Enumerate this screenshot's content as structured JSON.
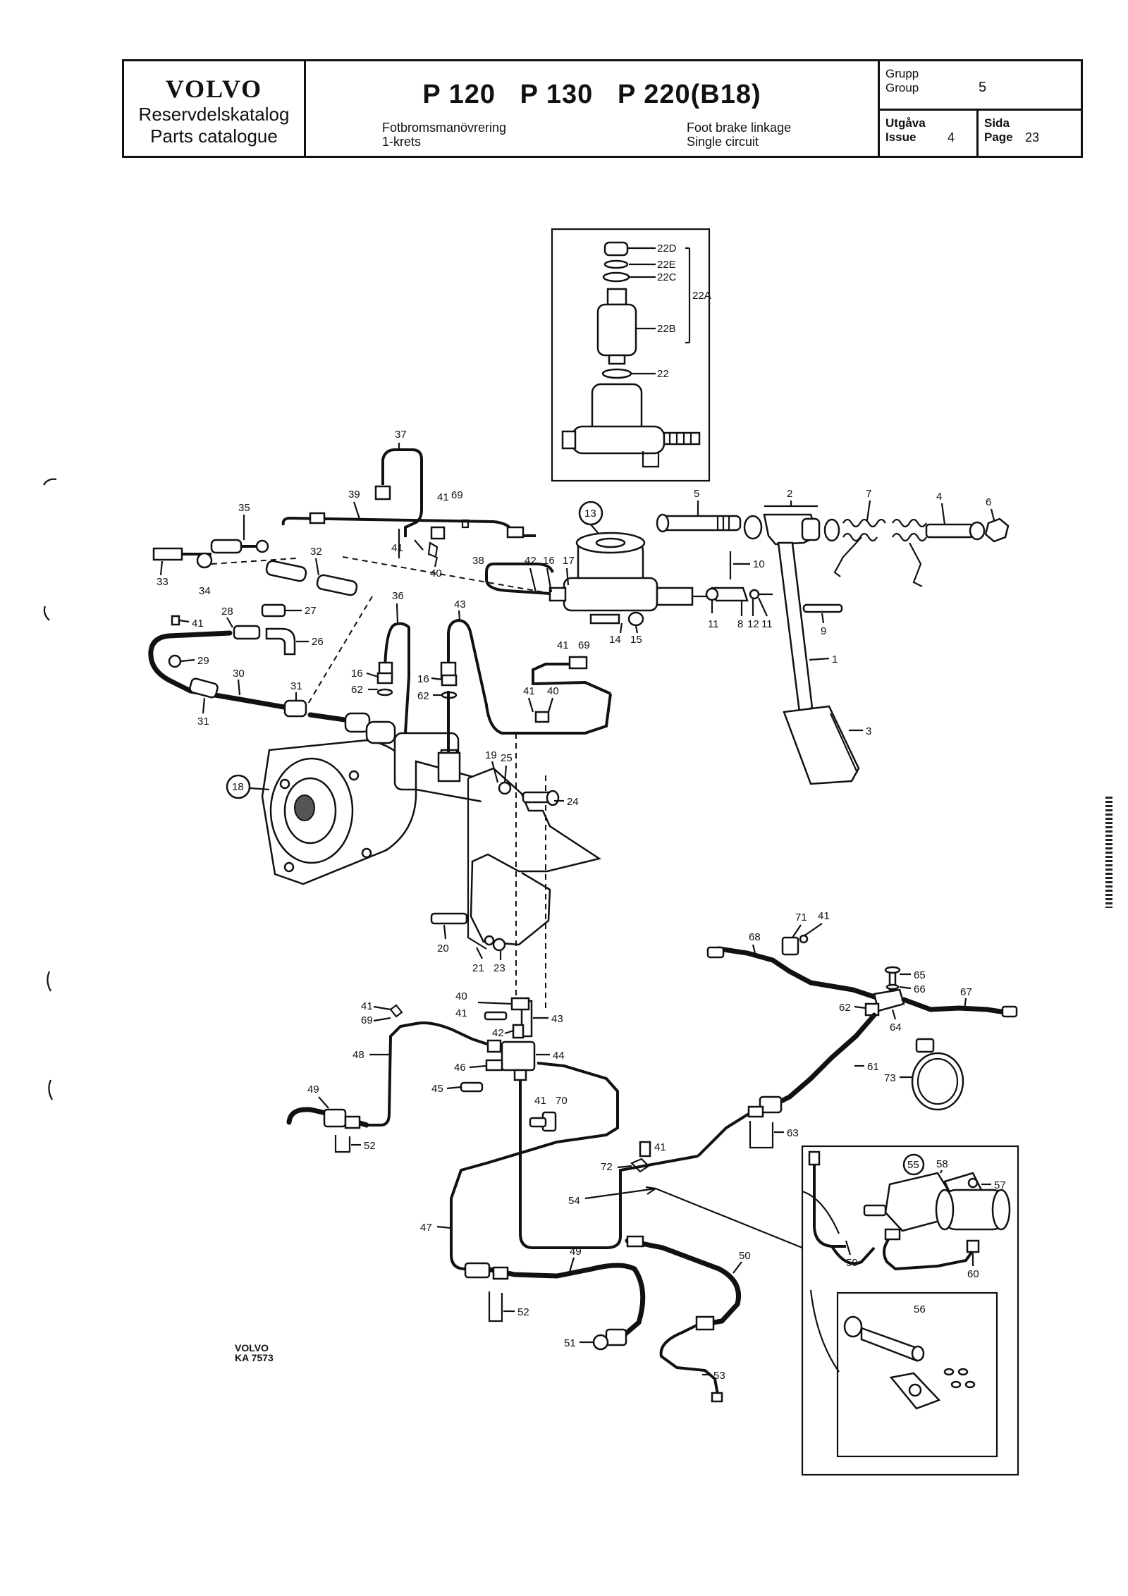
{
  "header": {
    "brand": "VOLVO",
    "catalog_sv": "Reservdelskatalog",
    "catalog_en": "Parts catalogue",
    "models": "P 120   P 130   P 220(B18)",
    "title_sv_1": "Fotbromsmanövrering",
    "title_sv_2": "1-krets",
    "title_en_1": "Foot brake linkage",
    "title_en_2": "Single circuit",
    "group_label_sv": "Grupp",
    "group_label_en": "Group",
    "group_value": "5",
    "issue_label_sv": "Utgåva",
    "issue_label_en": "Issue",
    "issue_value": "4",
    "page_label_sv": "Sida",
    "page_label_en": "Page",
    "page_value": "23"
  },
  "stamp": {
    "line1": "VOLVO",
    "line2": "KA 7573"
  },
  "callouts": {
    "c1": "1",
    "c2": "2",
    "c3": "3",
    "c4": "4",
    "c5": "5",
    "c6": "6",
    "c7": "7",
    "c8": "8",
    "c9": "9",
    "c10": "10",
    "c11": "11",
    "c11b": "11",
    "c12": "12",
    "c13": "13",
    "c14": "14",
    "c15": "15",
    "c16": "16",
    "c16b": "16",
    "c16c": "16",
    "c17": "17",
    "c18": "18",
    "c19": "19",
    "c20": "20",
    "c21": "21",
    "c22": "22",
    "c22a": "22A",
    "c22b": "22B",
    "c22c": "22C",
    "c22d": "22D",
    "c22e": "22E",
    "c23": "23",
    "c24": "24",
    "c25": "25",
    "c26": "26",
    "c27": "27",
    "c28": "28",
    "c29": "29",
    "c30": "30",
    "c31": "31",
    "c31b": "31",
    "c32": "32",
    "c33": "33",
    "c34": "34",
    "c35": "35",
    "c36": "36",
    "c37": "37",
    "c38": "38",
    "c39": "39",
    "c40": "40",
    "c40b": "40",
    "c40c": "40",
    "c41": "41",
    "c41b": "41",
    "c41c": "41",
    "c41d": "41",
    "c41e": "41",
    "c41f": "41",
    "c41g": "41",
    "c41h": "41",
    "c41i": "41",
    "c41j": "41",
    "c42": "42",
    "c42b": "42",
    "c43": "43",
    "c43b": "43",
    "c44": "44",
    "c45": "45",
    "c46": "46",
    "c47": "47",
    "c48": "48",
    "c49": "49",
    "c49b": "49",
    "c50": "50",
    "c51": "51",
    "c52": "52",
    "c52b": "52",
    "c53": "53",
    "c54": "54",
    "c55": "55",
    "c56": "56",
    "c57": "57",
    "c58": "58",
    "c59": "59",
    "c60": "60",
    "c61": "61",
    "c62": "62",
    "c62b": "62",
    "c62c": "62",
    "c63": "63",
    "c64": "64",
    "c65": "65",
    "c66": "66",
    "c67": "67",
    "c68": "68",
    "c69": "69",
    "c69b": "69",
    "c69c": "69",
    "c70": "70",
    "c71": "71",
    "c72": "72",
    "c73": "73"
  }
}
